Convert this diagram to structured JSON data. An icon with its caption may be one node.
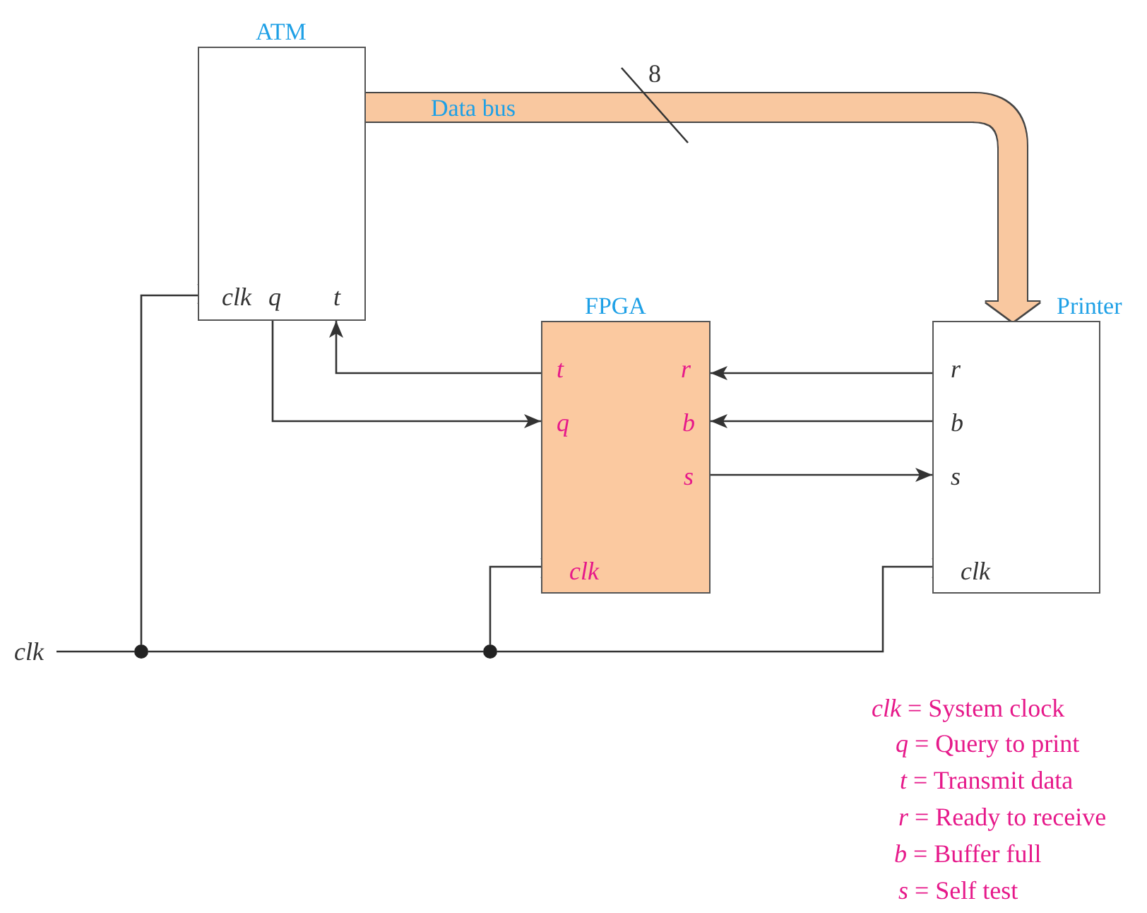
{
  "diagram": {
    "nodes": [
      {
        "text": [
          "ATM",
          "clk",
          "q",
          "t"
        ]
      },
      {
        "text": [
          "FPGA",
          "t",
          "q",
          "r",
          "b",
          "s",
          "clk"
        ]
      },
      {
        "text": [
          "Printer",
          "r",
          "b",
          "s",
          "clk"
        ]
      },
      {
        "text": [
          "clk"
        ]
      },
      {
        "text": [],
        "shape": "circle"
      },
      {
        "text": [],
        "shape": "circle"
      }
    ],
    "edges": [
      {
        "from": 0,
        "to": 1,
        "arrow": "to"
      },
      {
        "from": 1,
        "to": 0,
        "arrow": "to"
      },
      {
        "from": 2,
        "to": 1,
        "arrow": "to"
      },
      {
        "from": 2,
        "to": 1,
        "arrow": "to"
      },
      {
        "from": 1,
        "to": 2,
        "arrow": "to"
      },
      {
        "from": 0,
        "to": 2,
        "arrow": "to",
        "label": "Data bus",
        "style": "thick",
        "color": "#f9c8a0"
      },
      {
        "from": 3,
        "to": 4,
        "arrow": "none"
      },
      {
        "from": 4,
        "to": 0,
        "arrow": "none"
      },
      {
        "from": 4,
        "to": 5,
        "arrow": "none"
      },
      {
        "from": 5,
        "to": 1,
        "arrow": "none"
      },
      {
        "from": 5,
        "to": 2,
        "arrow": "none"
      }
    ],
    "labels": [
      "8",
      "*clk* = System clock",
      "*q* = Query to print",
      "*t* = Transmit data",
      "*r* = Ready to receive",
      "*b* = Buffer full",
      "*s* = Self test"
    ]
  }
}
